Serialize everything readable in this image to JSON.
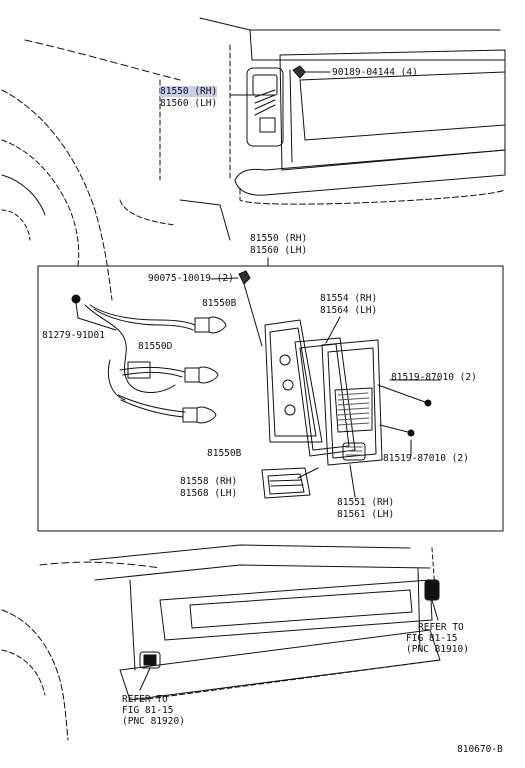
{
  "top_callout": {
    "part_rh": "81550 (RH)",
    "part_lh": "81560 (LH)",
    "clip": "90189-04144 (4)"
  },
  "assembly_header": {
    "rh": "81550 (RH)",
    "lh": "81560 (LH)"
  },
  "parts": {
    "screw_clip": "90075-10019 (2)",
    "bulb_top": "81550B",
    "grommet": "81279-91D01",
    "bulb_mid": "81550D",
    "bulb_bottom": "81550B",
    "gasket_rh": "81554 (RH)",
    "gasket_lh": "81564 (LH)",
    "screw_top": "81519-87010 (2)",
    "screw_bottom": "81519-87010 (2)",
    "lens_rh": "81551 (RH)",
    "lens_lh": "81561 (LH)",
    "reflector_rh": "81558 (RH)",
    "reflector_lh": "81568 (LH)"
  },
  "references": {
    "right": [
      "REFER TO",
      "FIG 81-15",
      "(PNC 81910)"
    ],
    "left": [
      "REFER TO",
      "FIG 81-15",
      "(PNC 81920)"
    ]
  },
  "figure_id": "810670-B",
  "colors": {
    "ink": "#111111",
    "highlight": "#c9cde8"
  }
}
